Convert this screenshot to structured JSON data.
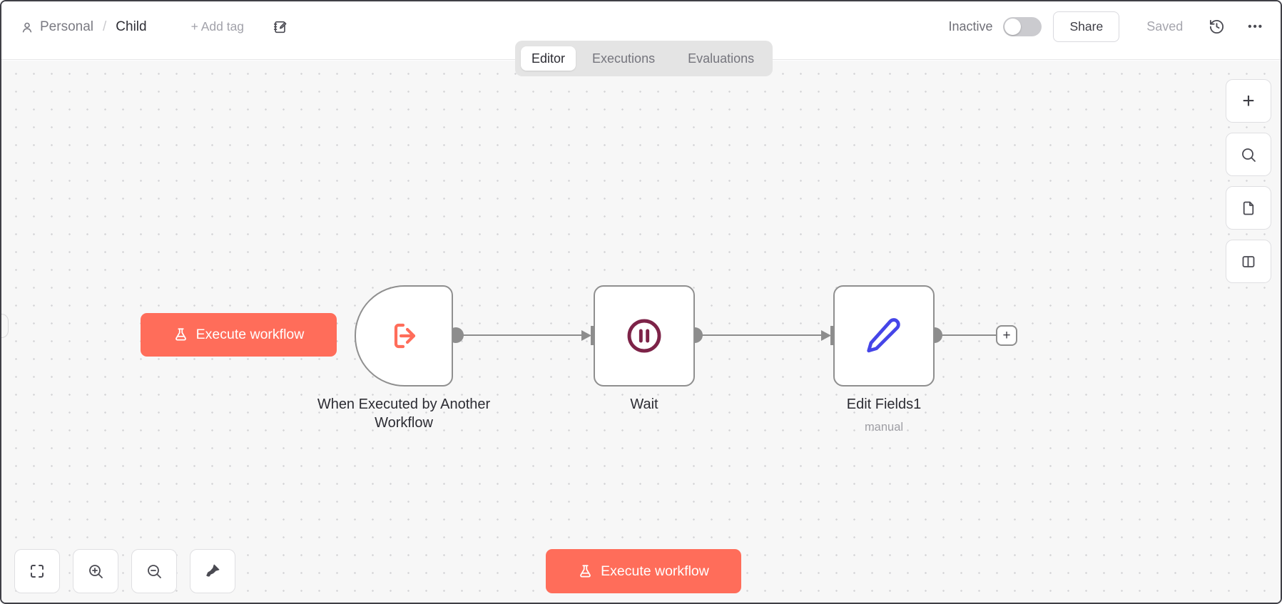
{
  "header": {
    "project_name": "Personal",
    "breadcrumb_separator": "/",
    "workflow_name": "Child",
    "add_tag_label": "+ Add tag",
    "activation_label": "Inactive",
    "activation_state": "off",
    "share_label": "Share",
    "save_status": "Saved",
    "more_glyph": "•••"
  },
  "tabs": [
    {
      "label": "Editor",
      "active": true
    },
    {
      "label": "Executions",
      "active": false
    },
    {
      "label": "Evaluations",
      "active": false
    }
  ],
  "canvas": {
    "execute_workflow_label": "Execute workflow",
    "add_node_glyph": "+",
    "nodes": [
      {
        "label": "When Executed by Another Workflow",
        "type": "execute-workflow-trigger",
        "icon": "log-out-arrow-icon",
        "icon_color": "#ff6d5a"
      },
      {
        "label": "Wait",
        "type": "wait",
        "icon": "pause-circle-icon",
        "icon_color": "#7d2348"
      },
      {
        "label": "Edit Fields1",
        "subtitle": "manual",
        "type": "set-fields",
        "icon": "pencil-icon",
        "icon_color": "#4545e8"
      }
    ]
  },
  "right_toolbar": {
    "plus_glyph": "+"
  },
  "colors": {
    "accent": "#ff6d5a",
    "wait_icon": "#7d2348",
    "edit_icon": "#4545e8",
    "node_border": "#8f8f8f",
    "connector": "#8d8d8d",
    "canvas_bg": "#f7f7f7",
    "tab_bar_bg": "#e4e4e4"
  }
}
